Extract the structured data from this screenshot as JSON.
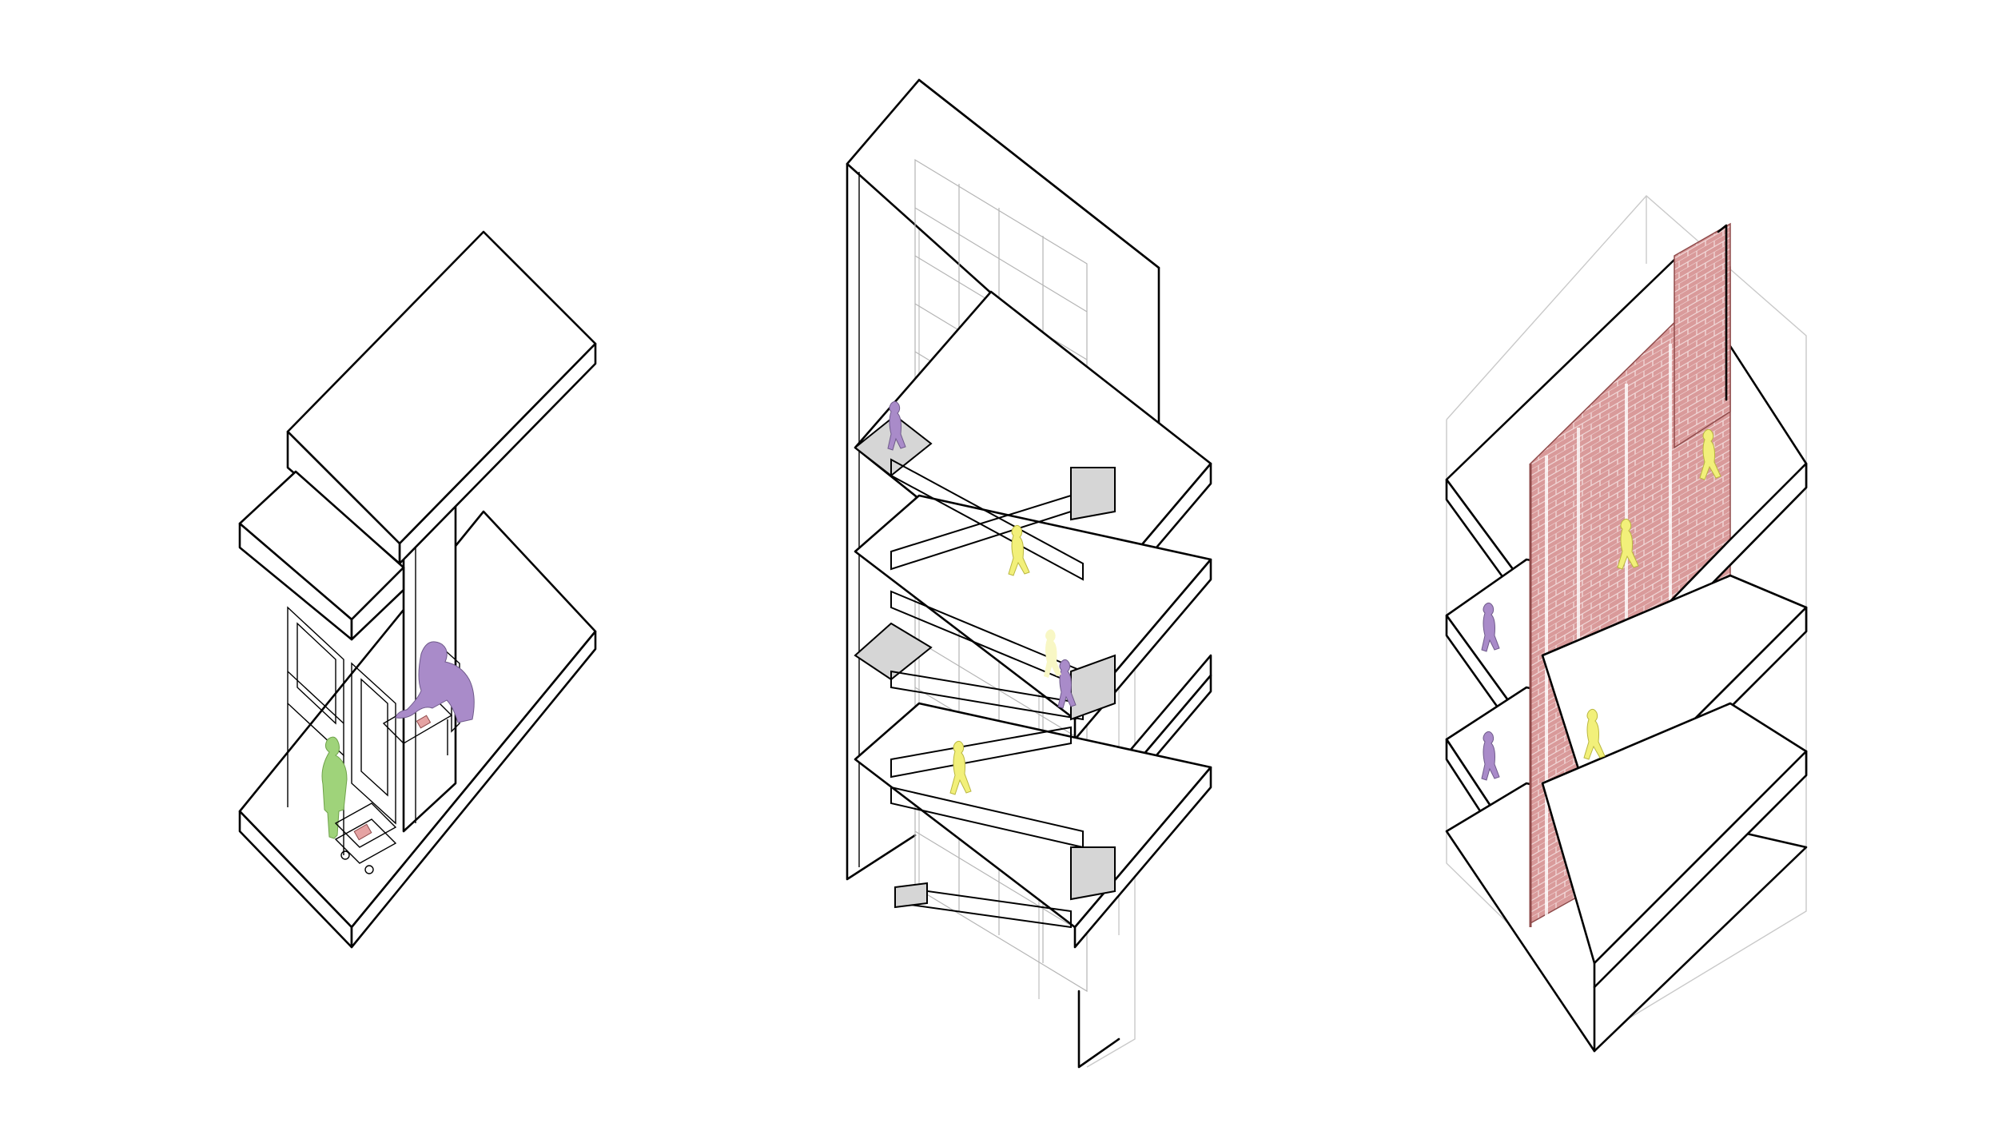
{
  "diagram": {
    "panels": [
      {
        "id": "panel-left",
        "figures": [
          {
            "name": "seated-person",
            "color": "#a98bc9"
          },
          {
            "name": "standing-person",
            "color": "#9fd37a"
          }
        ],
        "props": [
          {
            "name": "book",
            "color": "#e5a3a3"
          },
          {
            "name": "cart-book",
            "color": "#e5a3a3"
          }
        ]
      },
      {
        "id": "panel-middle",
        "figures": [
          {
            "name": "walking-person-purple",
            "color": "#a98bc9"
          },
          {
            "name": "walking-person-yellow",
            "color": "#f2f07a"
          }
        ],
        "landing_color": "#d6d6d6"
      },
      {
        "id": "panel-right",
        "figures": [
          {
            "name": "walking-person-purple",
            "color": "#a98bc9"
          },
          {
            "name": "walking-person-yellow",
            "color": "#f2f07a"
          }
        ],
        "brick_color": "#d99a9a",
        "brick_edge_color": "#8f4b4b"
      }
    ]
  }
}
